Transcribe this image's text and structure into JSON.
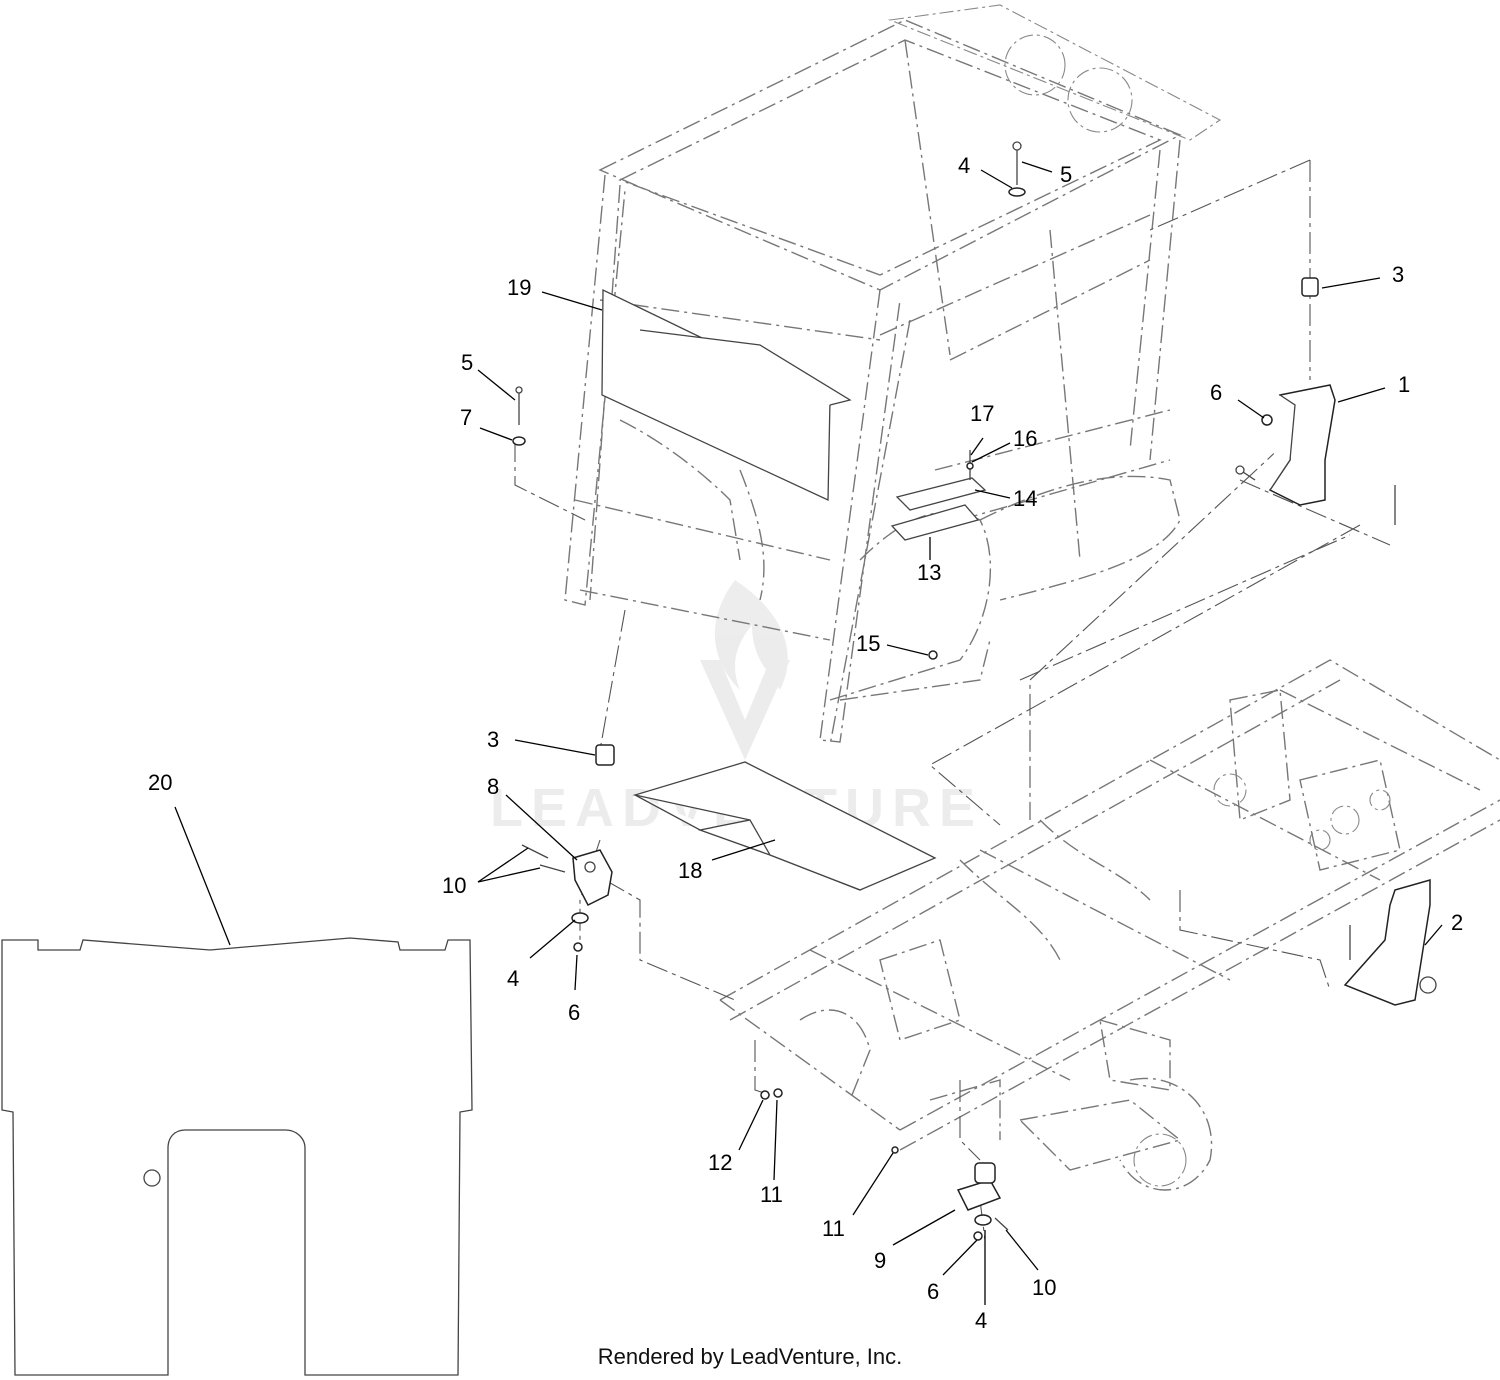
{
  "watermark": {
    "text": "LEADVENTURE"
  },
  "footer": {
    "credit": "Rendered by LeadVenture, Inc."
  },
  "callouts": [
    {
      "id": "c1",
      "label": "1"
    },
    {
      "id": "c2",
      "label": "2"
    },
    {
      "id": "c3a",
      "label": "3"
    },
    {
      "id": "c3b",
      "label": "3"
    },
    {
      "id": "c4a",
      "label": "4"
    },
    {
      "id": "c4b",
      "label": "4"
    },
    {
      "id": "c4c",
      "label": "4"
    },
    {
      "id": "c5a",
      "label": "5"
    },
    {
      "id": "c5b",
      "label": "5"
    },
    {
      "id": "c6a",
      "label": "6"
    },
    {
      "id": "c6b",
      "label": "6"
    },
    {
      "id": "c6c",
      "label": "6"
    },
    {
      "id": "c7",
      "label": "7"
    },
    {
      "id": "c8",
      "label": "8"
    },
    {
      "id": "c9",
      "label": "9"
    },
    {
      "id": "c10a",
      "label": "10"
    },
    {
      "id": "c10b",
      "label": "10"
    },
    {
      "id": "c11a",
      "label": "11"
    },
    {
      "id": "c11b",
      "label": "11"
    },
    {
      "id": "c12",
      "label": "12"
    },
    {
      "id": "c13",
      "label": "13"
    },
    {
      "id": "c14",
      "label": "14"
    },
    {
      "id": "c15",
      "label": "15"
    },
    {
      "id": "c16",
      "label": "16"
    },
    {
      "id": "c17",
      "label": "17"
    },
    {
      "id": "c18",
      "label": "18"
    },
    {
      "id": "c19",
      "label": "19"
    },
    {
      "id": "c20",
      "label": "20"
    }
  ]
}
